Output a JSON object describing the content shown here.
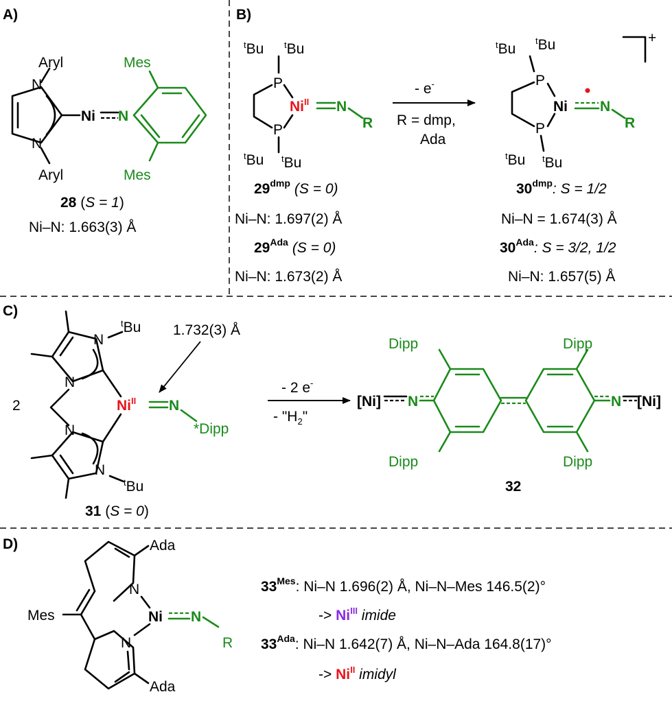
{
  "panels": {
    "a": {
      "label": "A)",
      "aryl_top": "Aryl",
      "aryl_bottom": "Aryl",
      "n1": "N",
      "n2": "N",
      "ni": "Ni",
      "n_imido": "N",
      "mes_top": "Mes",
      "mes_bottom": "Mes",
      "compound": "28",
      "spin_open": " (",
      "spin": "S = 1",
      "spin_close": ")",
      "distance": "Ni–N: 1.663(3) Å"
    },
    "b": {
      "label": "B)",
      "tbu": "tBu",
      "t": "t",
      "bu": "Bu",
      "p": "P",
      "ni": "Ni",
      "ni_ox": "II",
      "n": "N",
      "r": "R",
      "arrow_top": "- e",
      "arrow_top_sup": "-",
      "arrow_mid": "R = dmp,",
      "arrow_bottom": "Ada",
      "charge": "+",
      "c29_num": "29",
      "c29_dmp_sup": "dmp",
      "c29_dmp_spin": "(S = 0)",
      "c29_dmp_dist": "Ni–N: 1.697(2) Å",
      "c29_ada_sup": "Ada",
      "c29_ada_spin": "(S = 0)",
      "c29_ada_dist": "Ni–N: 1.673(2) Å",
      "c30_num": "30",
      "c30_dmp_sup": "dmp",
      "c30_dmp_spin": ": S = 1/2",
      "c30_dmp_dist": "Ni–N = 1.674(3) Å",
      "c30_ada_sup": "Ada",
      "c30_ada_spin": ": S = 3/2, 1/2",
      "c30_ada_dist": "Ni–N: 1.657(5) Å"
    },
    "c": {
      "label": "C)",
      "coef": "2",
      "tbu": "tBu",
      "t": "t",
      "bu": "Bu",
      "n": "N",
      "ni": "Ni",
      "ni_ox": "II",
      "n_imido": "N",
      "dipp_star": "*Dipp",
      "distance": "1.732(3) Å",
      "arrow_top": "- 2 e",
      "arrow_top_sup": "-",
      "arrow_bottom": "- \"H",
      "arrow_bottom_sub": "2",
      "arrow_bottom_end": "\"",
      "ni_left": "[Ni]",
      "ni_right": "[Ni]",
      "dipp": "Dipp",
      "compound31": "31",
      "c31_spin_open": " (",
      "c31_spin": "S = 0",
      "c31_spin_close": ")",
      "compound32": "32"
    },
    "d": {
      "label": "D)",
      "ada": "Ada",
      "mes": "Mes",
      "n": "N",
      "ni": "Ni",
      "n_imido": "N",
      "r": "R",
      "c33": "33",
      "mes_sup": "Mes",
      "mes_line": ": Ni–N 1.696(2) Å, Ni–N–Mes 146.5(2)°",
      "mes_arrow": "-> ",
      "mes_ni": "Ni",
      "mes_ox": "III",
      "mes_type": " imide",
      "ada_sup": "Ada",
      "ada_line": ": Ni–N 1.642(7) Å, Ni–N–Ada 164.8(17)°",
      "ada_arrow": "-> ",
      "ada_ni": "Ni",
      "ada_ox": "II",
      "ada_type": " imidyl"
    }
  },
  "colors": {
    "green": "#1a8a1a",
    "red": "#e8141c",
    "purple": "#8a2be2",
    "black": "#000000"
  }
}
